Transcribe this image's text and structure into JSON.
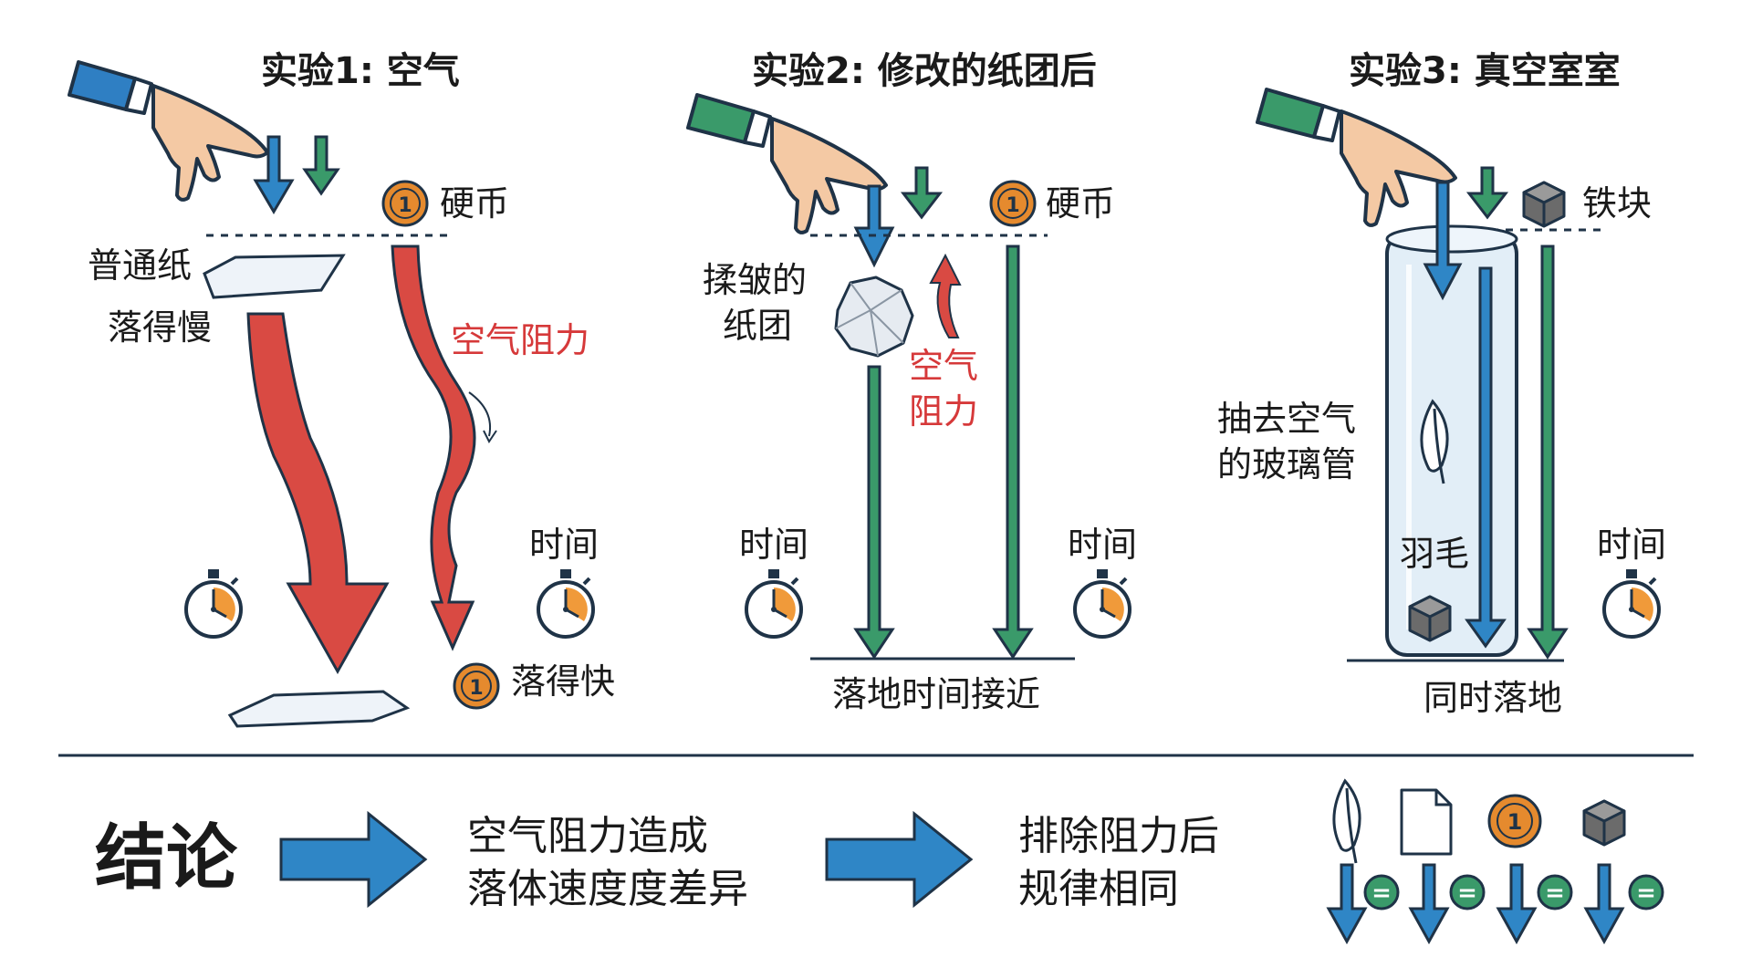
{
  "experiments": [
    {
      "title": "实验1: 空气",
      "paper_label": "普通纸",
      "paper_result": "落得慢",
      "coin_label": "硬币",
      "air_resistance": "空气阻力",
      "time_label": "时间",
      "coin_result": "落得快",
      "coin_face": "1"
    },
    {
      "title": "实验2: 修改的纸团后",
      "ball_label": [
        "揉皱的",
        "纸团"
      ],
      "coin_label": "硬币",
      "air_resistance": [
        "空气",
        "阻力"
      ],
      "time_left": "时间",
      "time_right": "时间",
      "result": "落地时间接近",
      "coin_face": "1"
    },
    {
      "title": "实验3: 真空室室",
      "block_label": "铁块",
      "tube_label": [
        "抽去空气",
        "的玻璃管"
      ],
      "feather_label": "羽毛",
      "time_label": "时间",
      "result": "同时落地"
    }
  ],
  "conclusion": {
    "title": "结论",
    "step1": [
      "空气阻力造成",
      "落体速度度差异"
    ],
    "step2": [
      "排除阻力后",
      "规律相同"
    ],
    "equal_sign": "=",
    "coin_face": "1"
  },
  "colors": {
    "blue_arrow": "#2f86c6",
    "green_arrow": "#3a9a6a",
    "red_arrow": "#d94a43",
    "coin": "#e58a2e",
    "text_red": "#d6393a",
    "divider": "#1f3347"
  }
}
